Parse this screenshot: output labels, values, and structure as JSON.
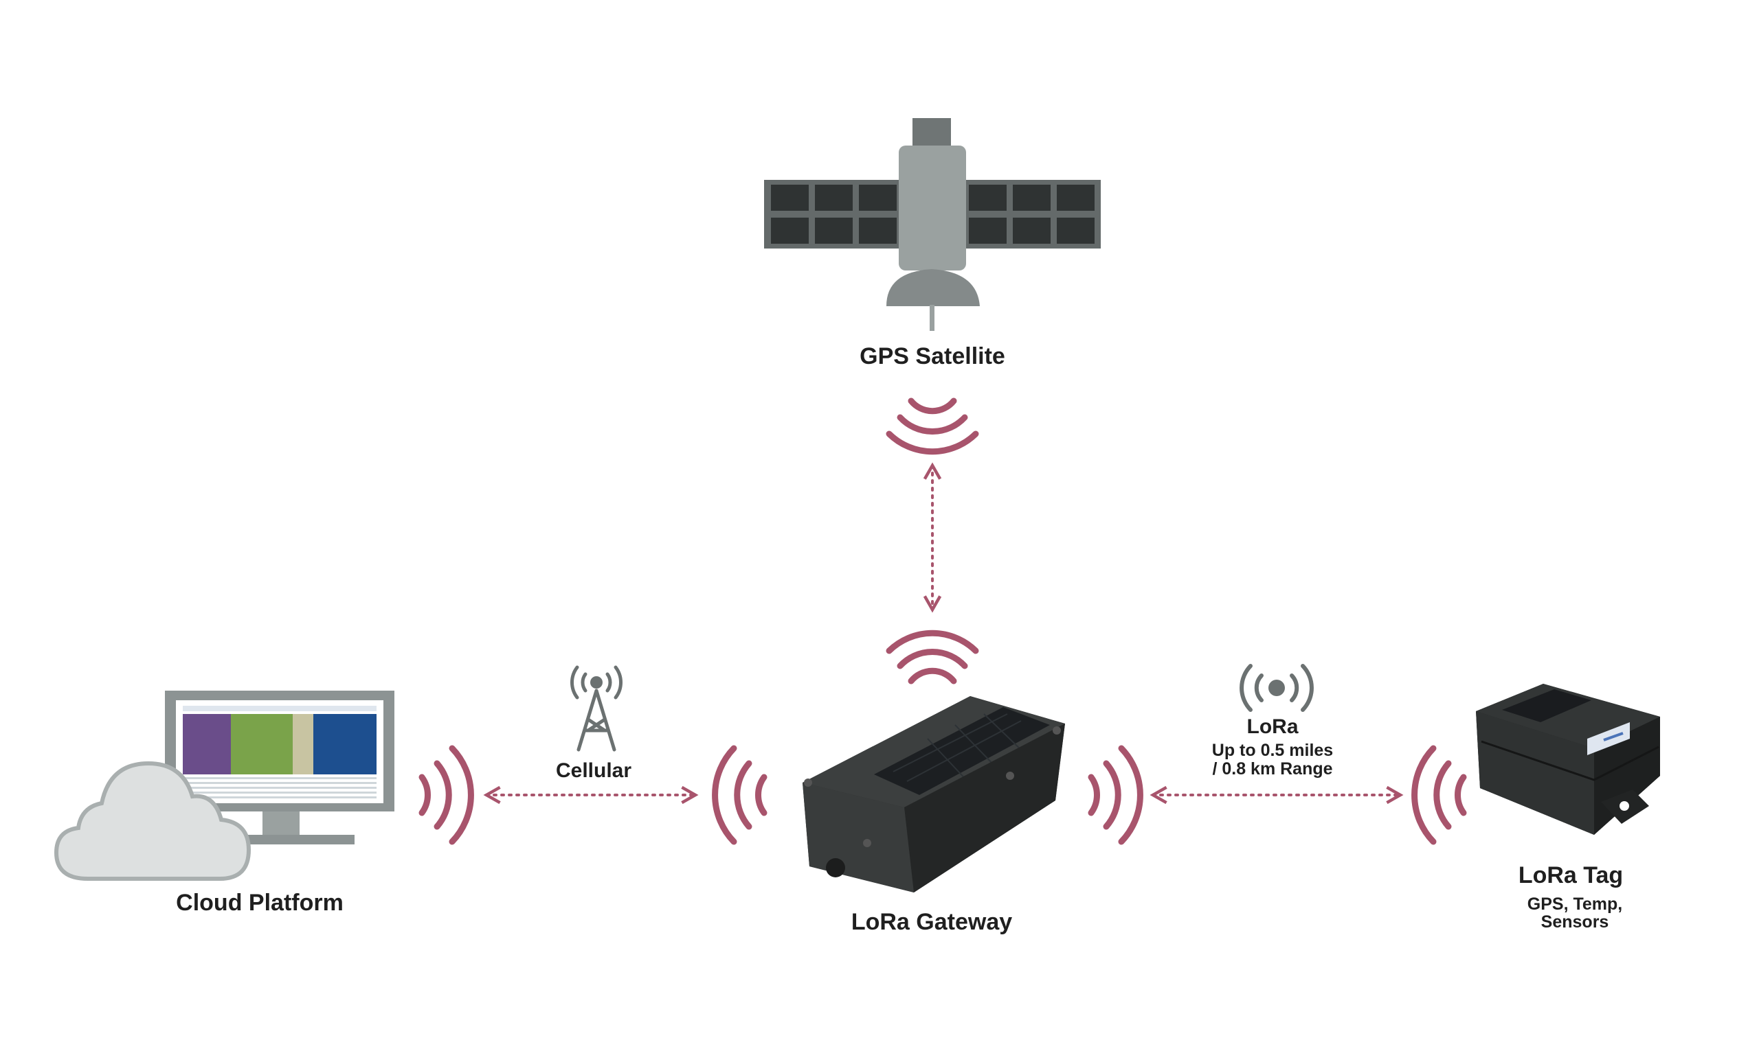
{
  "nodes": {
    "gps_satellite": {
      "label": "GPS Satellite",
      "icon": "satellite-icon"
    },
    "cloud_platform": {
      "label": "Cloud Platform",
      "icon": "cloud-monitor-icon"
    },
    "lora_gateway": {
      "label": "LoRa Gateway",
      "icon": "gateway-device-icon"
    },
    "lora_tag": {
      "label": "LoRa Tag",
      "sublabel_line1": "GPS, Temp,",
      "sublabel_line2": "Sensors",
      "icon": "tag-device-icon"
    }
  },
  "links": {
    "cellular": {
      "label": "Cellular",
      "icon": "cell-tower-icon"
    },
    "lora": {
      "label": "LoRa",
      "range_line1": "Up to 0.5 miles",
      "range_line2": "/ 0.8 km Range",
      "icon": "broadcast-icon"
    }
  },
  "colors": {
    "signal": "#a8546c",
    "arrow": "#a8546c",
    "icon_gray": "#6b7171",
    "device_dark": "#2a2c2c",
    "cloud_fill": "#dde0e0",
    "cloud_stroke": "#a9afaf"
  }
}
